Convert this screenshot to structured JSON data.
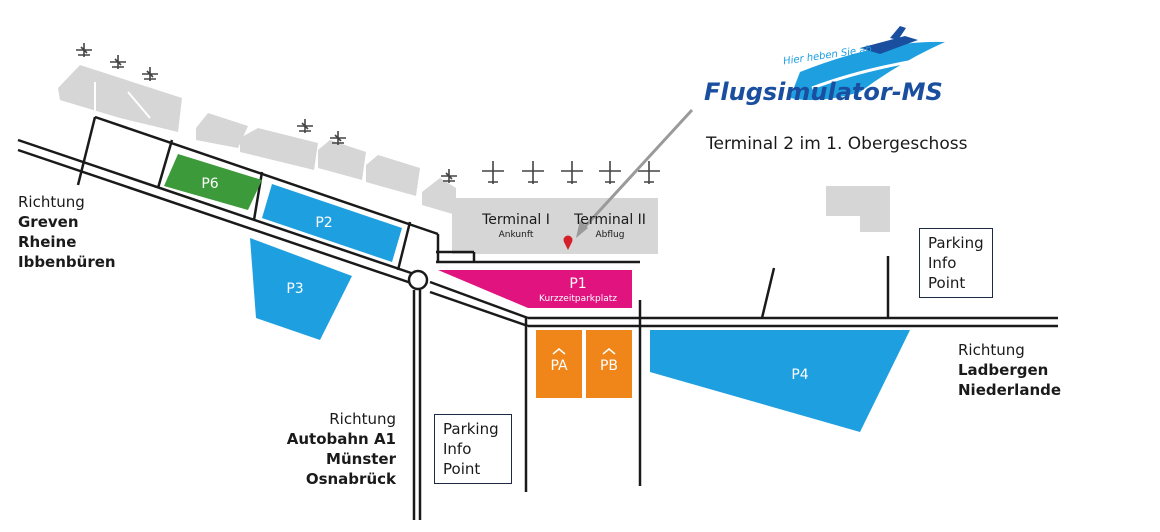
{
  "logo": {
    "tagline": "Hier heben Sie ab",
    "brand": "Flugsimulator-MS"
  },
  "terminal_note": "Terminal 2 im 1. Obergeschoss",
  "terminals": {
    "t1_name": "Terminal I",
    "t1_sub": "Ankunft",
    "t2_name": "Terminal II",
    "t2_sub": "Abflug"
  },
  "parking": {
    "p1": "P1",
    "p1_sub": "Kurzzeitparkplatz",
    "p2": "P2",
    "p3": "P3",
    "p4": "P4",
    "p6": "P6",
    "pa": "PA",
    "pb": "PB"
  },
  "directions": {
    "west": {
      "label": "Richtung",
      "l1": "Greven",
      "l2": "Rheine",
      "l3": "Ibbenbüren"
    },
    "south": {
      "label": "Richtung",
      "l1": "Autobahn A1",
      "l2": "Münster",
      "l3": "Osnabrück"
    },
    "east": {
      "label": "Richtung",
      "l1": "Ladbergen",
      "l2": "Niederlande"
    }
  },
  "info_point_1": {
    "l1": "Parking",
    "l2": "Info",
    "l3": "Point"
  },
  "info_point_2": {
    "l1": "Parking",
    "l2": "Info",
    "l3": "Point"
  },
  "colors": {
    "blue": "#1e9fe0",
    "green": "#3c9a3a",
    "magenta": "#e0137f",
    "orange": "#f08519",
    "building": "#d6d6d6",
    "road": "#1a1a1a",
    "marker": "#d3202a",
    "logo_blue": "#1a4fa0"
  }
}
